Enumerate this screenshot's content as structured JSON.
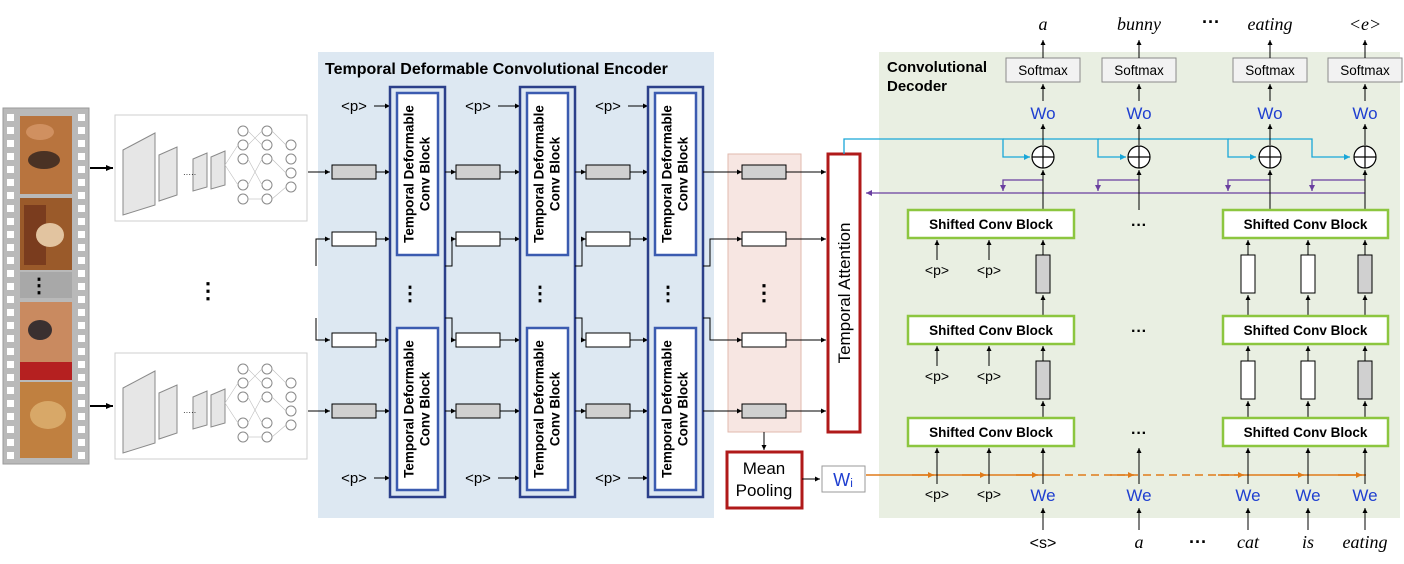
{
  "encoder": {
    "title": "Temporal Deformable Convolutional Encoder",
    "block_label_line1": "Temporal Deformable",
    "block_label_line2": "Conv Block",
    "pad": "<p>",
    "dots": "⋮"
  },
  "middle": {
    "pooling_line1": "Mean",
    "pooling_line2": "Pooling",
    "attention": "Temporal Attention",
    "wi": "Wᵢ"
  },
  "decoder": {
    "title_line1": "Convolutional",
    "title_line2": "Decoder",
    "shifted_block": "Shifted Conv Block",
    "softmax": "Softmax",
    "wo": "Wo",
    "we": "We",
    "pad": "<p>",
    "ellipsis": "···",
    "output_words": [
      "a",
      "bunny",
      "···",
      "eating",
      "<e>"
    ],
    "input_words": [
      "<s>",
      "a",
      "···",
      "cat",
      "is",
      "eating"
    ]
  },
  "video": {
    "dots": "⋮"
  }
}
